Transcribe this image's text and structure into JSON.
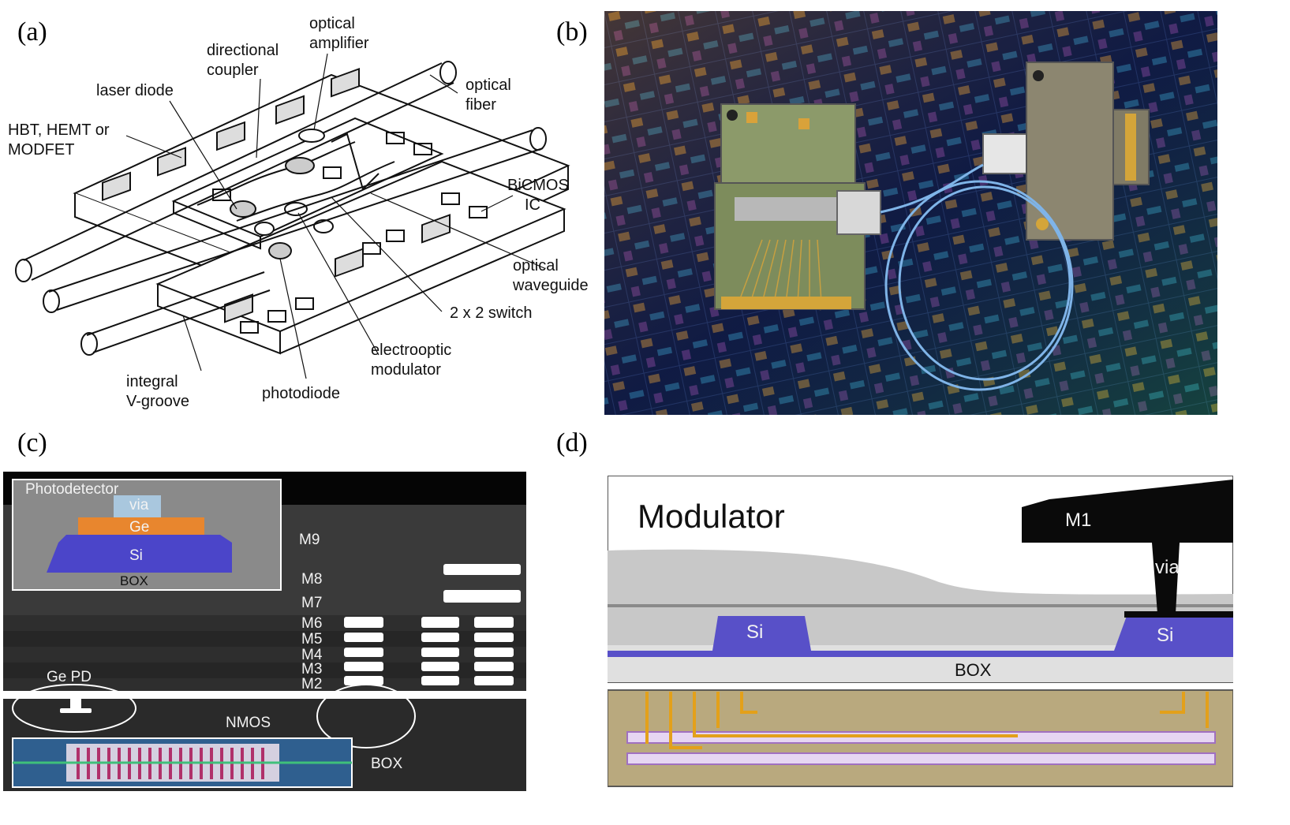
{
  "panels": {
    "a": {
      "label": "(a)",
      "callouts": {
        "optical_amplifier": [
          "optical",
          "amplifier"
        ],
        "directional_coupler": [
          "directional",
          "coupler"
        ],
        "laser_diode": "laser diode",
        "optical_fiber": [
          "optical",
          "fiber"
        ],
        "transistor": [
          "HBT, HEMT or",
          "MODFET"
        ],
        "bicmos": [
          "BiCMOS",
          "IC"
        ],
        "optical_waveguide": [
          "optical",
          "waveguide"
        ],
        "switch": "2 x 2 switch",
        "modulator": [
          "electrooptic",
          "modulator"
        ],
        "v_groove": [
          "integral",
          "V-groove"
        ],
        "photodiode": "photodiode"
      }
    },
    "b": {
      "label": "(b)"
    },
    "c": {
      "label": "(c)",
      "inset_title": "Photodetector",
      "inset_layers": {
        "via": "via",
        "ge": "Ge",
        "si": "Si",
        "box": "BOX"
      },
      "metal_layers": [
        "M9",
        "M8",
        "M7",
        "M6",
        "M5",
        "M4",
        "M3",
        "M2"
      ],
      "ge_pd": "Ge PD",
      "nmos": "NMOS",
      "box": "BOX"
    },
    "d": {
      "label": "(d)",
      "title": "Modulator",
      "m1": "M1",
      "via": "via",
      "si_left": "Si",
      "si_right": "Si",
      "box": "BOX"
    }
  },
  "colors": {
    "ink": "#111111",
    "sem_dark": "#2a2a2a",
    "germanium": "#e8862e",
    "silicon": "#4b45c9",
    "metal": "#ffffff"
  }
}
